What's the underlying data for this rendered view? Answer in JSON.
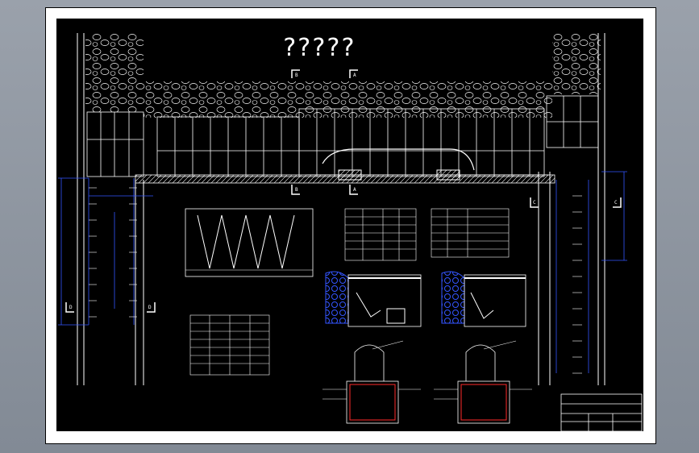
{
  "drawing": {
    "title": "?????",
    "colors": {
      "background": "#000000",
      "sheet": "#ffffff",
      "line": "#ffffff",
      "dimension": "#3355ff",
      "accent": "#ff2a2a",
      "frame_bg": "#8e96a0"
    },
    "section_markers": [
      "B",
      "B",
      "A",
      "A",
      "C",
      "C",
      "D",
      "D"
    ],
    "icons": [
      "hatch-rock",
      "arch-roof",
      "ladder-rail",
      "section-cut"
    ]
  }
}
